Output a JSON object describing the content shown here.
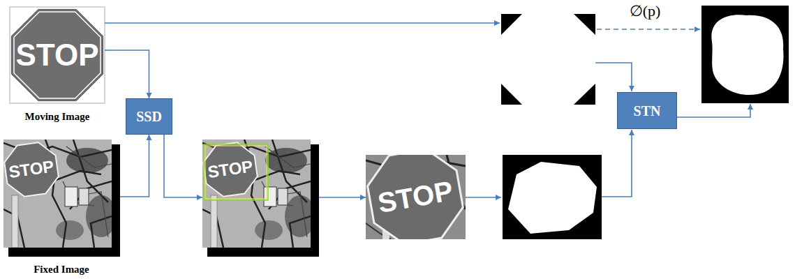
{
  "diagram": {
    "nodes": [
      {
        "text": [
          "STOP",
          "Moving Image"
        ]
      },
      {
        "text": [
          "SSD"
        ]
      },
      {
        "text": [
          "STOP",
          "Fixed Image"
        ]
      },
      {
        "text": [
          "STOP"
        ]
      },
      {
        "text": [
          "STOP"
        ]
      },
      {
        "text": [
          "STN"
        ]
      }
    ],
    "edges": [
      {
        "from": 0,
        "to": 1,
        "arrow": "to"
      },
      {
        "from": 2,
        "to": 1,
        "arrow": "to"
      },
      {
        "from": 1,
        "to": 3,
        "arrow": "to"
      },
      {
        "from": 3,
        "to": 4,
        "arrow": "to"
      }
    ],
    "labels": [
      "∅(p)"
    ]
  }
}
